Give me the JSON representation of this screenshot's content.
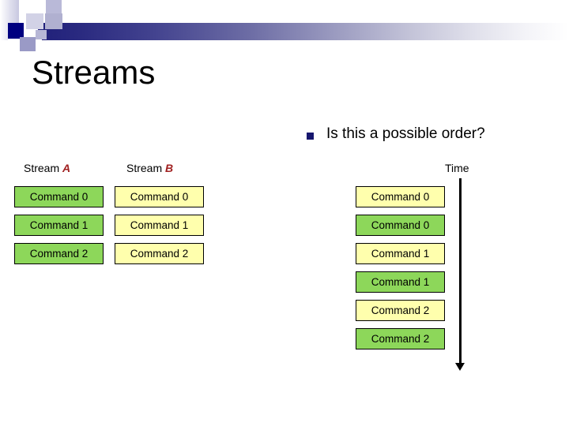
{
  "slide": {
    "title": "Streams",
    "bullet": {
      "marker": "square-bullet",
      "text": "Is this a possible order?"
    }
  },
  "columns": {
    "stream_a": {
      "prefix": "Stream ",
      "accent": "A"
    },
    "stream_b": {
      "prefix": "Stream ",
      "accent": "B"
    },
    "time": {
      "label": "Time"
    }
  },
  "stream_a_items": [
    {
      "label": "Command 0",
      "color": "#8dd75a"
    },
    {
      "label": "Command 1",
      "color": "#8dd75a"
    },
    {
      "label": "Command 2",
      "color": "#8dd75a"
    }
  ],
  "stream_b_items": [
    {
      "label": "Command 0",
      "color": "#ffffad"
    },
    {
      "label": "Command 1",
      "color": "#ffffad"
    },
    {
      "label": "Command 2",
      "color": "#ffffad"
    }
  ],
  "timeline_items": [
    {
      "label": "Command 0",
      "color": "#ffffad",
      "stream": "B"
    },
    {
      "label": "Command 0",
      "color": "#8dd75a",
      "stream": "A"
    },
    {
      "label": "Command 1",
      "color": "#ffffad",
      "stream": "B"
    },
    {
      "label": "Command 1",
      "color": "#8dd75a",
      "stream": "A"
    },
    {
      "label": "Command 2",
      "color": "#ffffad",
      "stream": "B"
    },
    {
      "label": "Command 2",
      "color": "#8dd75a",
      "stream": "A"
    }
  ],
  "theme": {
    "accent_red": "#a02020",
    "bullet_navy": "#16166e",
    "green": "#8dd75a",
    "yellow": "#ffffad",
    "band_dark": "#20207a"
  }
}
